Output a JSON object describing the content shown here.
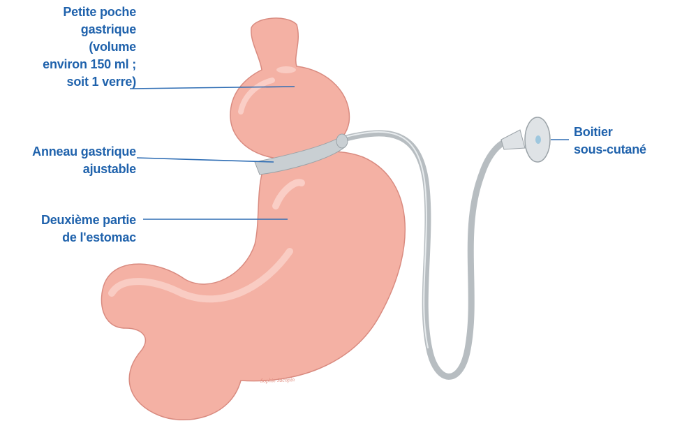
{
  "colors": {
    "label_text": "#1f62ac",
    "leader_line": "#2e6db4",
    "stomach_fill": "#f4b1a4",
    "stomach_stroke": "#d98b80",
    "stomach_highlight": "#fbd6ce",
    "band_fill": "#c9cfd3",
    "tube": "#b7bdc1",
    "port_fill": "#dfe3e6",
    "port_center": "#9ec7de",
    "signature": "#e08a7c"
  },
  "labels": {
    "pouch": [
      "Petite poche",
      "gastrique",
      "(volume",
      "environ 150 ml ;",
      "soit 1 verre)"
    ],
    "band": [
      "Anneau gastrique",
      "ajustable"
    ],
    "second_part": [
      "Deuxième partie",
      "de l'estomac"
    ],
    "port": [
      "Boitier",
      "sous-cutané"
    ]
  },
  "signature": "Sophie Jacopin",
  "icons": {
    "stomach": "stomach-illustration",
    "band": "adjustable-gastric-band",
    "tube": "connecting-tube",
    "port": "subcutaneous-port"
  }
}
